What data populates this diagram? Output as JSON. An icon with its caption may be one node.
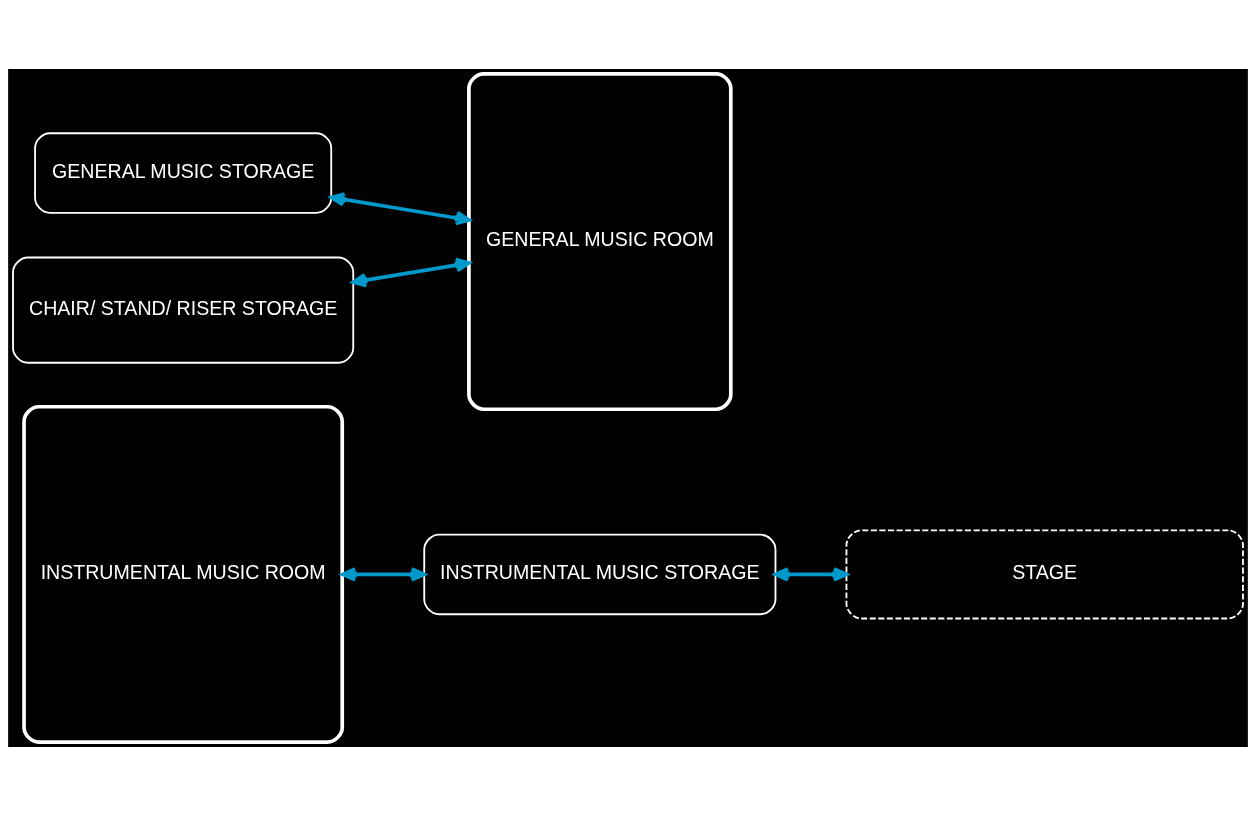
{
  "diagram": {
    "nodes": [
      {
        "text": [
          "STAGE"
        ]
      },
      {
        "text": [
          "GENERAL MUSIC STORAGE"
        ]
      },
      {
        "text": [
          "CHAIR/ STAND/ RISER STORAGE"
        ]
      },
      {
        "text": [
          "GENERAL MUSIC ROOM"
        ]
      },
      {
        "text": [
          "INSTRUMENTAL MUSIC ROOM"
        ]
      },
      {
        "text": [
          "INSTRUMENTAL MUSIC STORAGE"
        ]
      }
    ],
    "edges": [
      {
        "from": 1,
        "to": 3,
        "arrow": "both"
      },
      {
        "from": 2,
        "to": 3,
        "arrow": "both"
      },
      {
        "from": 4,
        "to": 5,
        "arrow": "both"
      },
      {
        "from": 5,
        "to": 0,
        "arrow": "both"
      }
    ]
  }
}
